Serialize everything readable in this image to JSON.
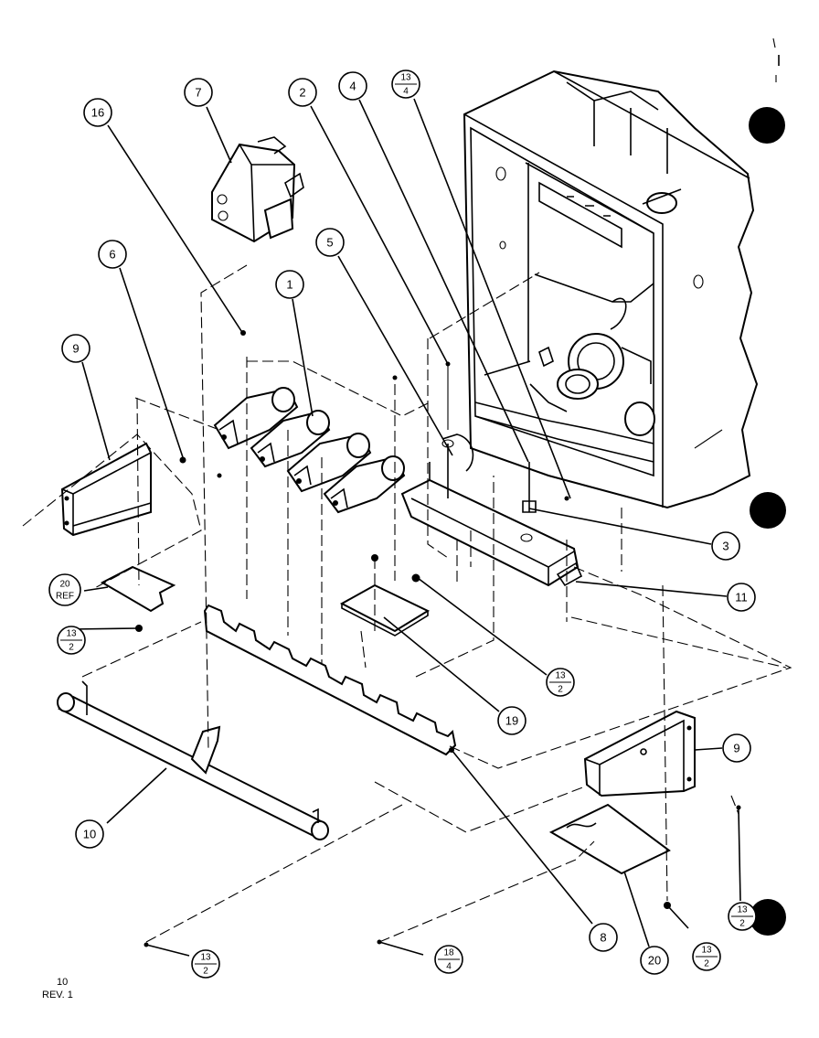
{
  "callouts": {
    "c7": "7",
    "c16": "16",
    "c2": "2",
    "c4": "4",
    "c13_4_top": "13",
    "c13_4_bot": "4",
    "c6": "6",
    "c5": "5",
    "c1": "1",
    "c9_left": "9",
    "c20ref_top": "20",
    "c20ref_bot": "REF",
    "c13_2_left_top": "13",
    "c13_2_left_bot": "2",
    "c3": "3",
    "c11": "11",
    "c13_2_mid_top": "13",
    "c13_2_mid_bot": "2",
    "c19": "19",
    "c9_right": "9",
    "c10": "10",
    "c8": "8",
    "c13_2_br_top": "13",
    "c13_2_br_bot": "2",
    "c20": "20",
    "c13_2_rbot_top": "13",
    "c13_2_rbot_bot": "2",
    "c18_4_top": "18",
    "c18_4_bot": "4",
    "c13_2_bl_top": "13",
    "c13_2_bl_bot": "2"
  },
  "footer": {
    "page": "10",
    "rev": "REV. 1"
  }
}
